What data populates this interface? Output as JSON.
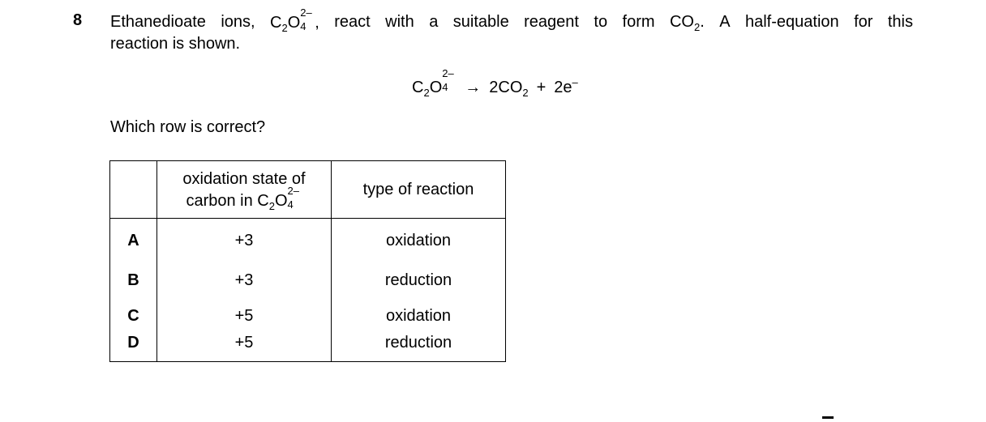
{
  "question": {
    "number": "8",
    "stem_line1_words": [
      "Ethanedioate",
      "ions,",
      "C2O4_ION",
      "react",
      "with",
      "a",
      "suitable",
      "reagent",
      "to",
      "form",
      "CO2_DOT",
      "A",
      "half-equation",
      "for",
      "this"
    ],
    "stem_line1": {
      "w1": "Ethanedioate",
      "w2": "ions,",
      "ion_C": "C",
      "ion_sub2": "2",
      "ion_O": "O",
      "ion_sub4": "4",
      "ion_charge": "2–",
      "ion_comma": ",",
      "w4": "react",
      "w5": "with",
      "w6": "a",
      "w7": "suitable",
      "w8": "reagent",
      "w9": "to",
      "w10": "form",
      "co2_CO": "CO",
      "co2_sub": "2",
      "co2_dot": ".",
      "w12": "A",
      "w13": "half-equation",
      "w14": "for",
      "w15": "this"
    },
    "stem_line2": "reaction is shown.",
    "equation": {
      "lhs_C": "C",
      "lhs_sub2": "2",
      "lhs_O": "O",
      "lhs_sub4": "4",
      "lhs_charge": "2–",
      "arrow": "→",
      "rhs_co2": "2CO",
      "rhs_co2_sub": "2",
      "plus": "+",
      "electrons": "2e",
      "electron_charge": "–"
    },
    "prompt": "Which row is correct?"
  },
  "table": {
    "header": {
      "col1_line1": "oxidation state of",
      "col1_line2_prefix": "carbon in C",
      "col1_sub2": "2",
      "col1_O": "O",
      "col1_sub4": "4",
      "col1_charge": "2–",
      "col2": "type of reaction"
    },
    "rows": [
      {
        "letter": "A",
        "oxidation_state": "+3",
        "reaction_type": "oxidation"
      },
      {
        "letter": "B",
        "oxidation_state": "+3",
        "reaction_type": "reduction"
      },
      {
        "letter": "C",
        "oxidation_state": "+5",
        "reaction_type": "oxidation"
      },
      {
        "letter": "D",
        "oxidation_state": "+5",
        "reaction_type": "reduction"
      }
    ]
  }
}
